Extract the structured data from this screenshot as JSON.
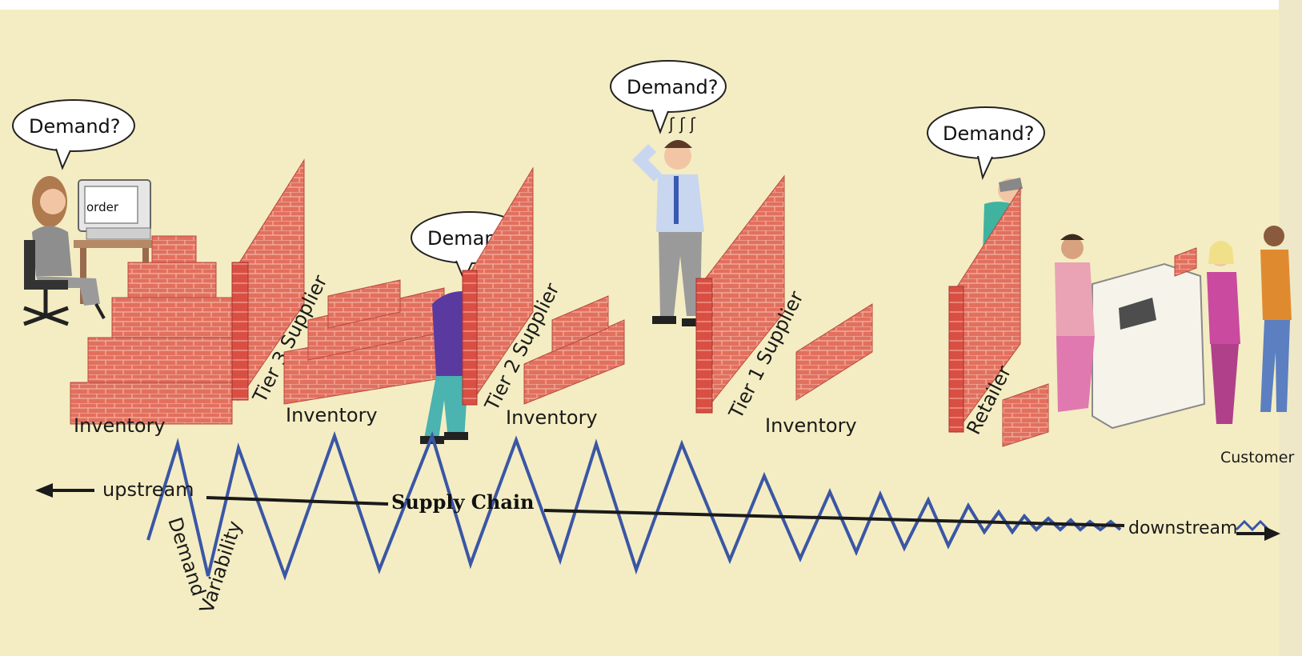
{
  "bubbles": {
    "tier3": "Demand?",
    "tier2": "Demand?",
    "tier1": "Demand?",
    "retailer": "Demand?"
  },
  "monitor_text": "order",
  "thinking_marks": "ʃ ʃ ʃ",
  "walls": {
    "tier3": "Tier 3 Supplier",
    "tier2": "Tier 2 Supplier",
    "tier1": "Tier 1 Supplier",
    "retailer": "Retailer"
  },
  "inventory": [
    "Inventory",
    "Inventory",
    "Inventory",
    "Inventory"
  ],
  "customer": "Customer",
  "axis": {
    "upstream": "upstream",
    "downstream": "downstream",
    "center": "Supply Chain"
  },
  "wave_label": {
    "line1": "Demand",
    "line2": "Variability"
  },
  "colors": {
    "background": "#f4edc3",
    "brick": "#e2705f",
    "brick_dark": "#c94a3f",
    "wave": "#3a56a6",
    "arrow": "#1a1a1a"
  }
}
